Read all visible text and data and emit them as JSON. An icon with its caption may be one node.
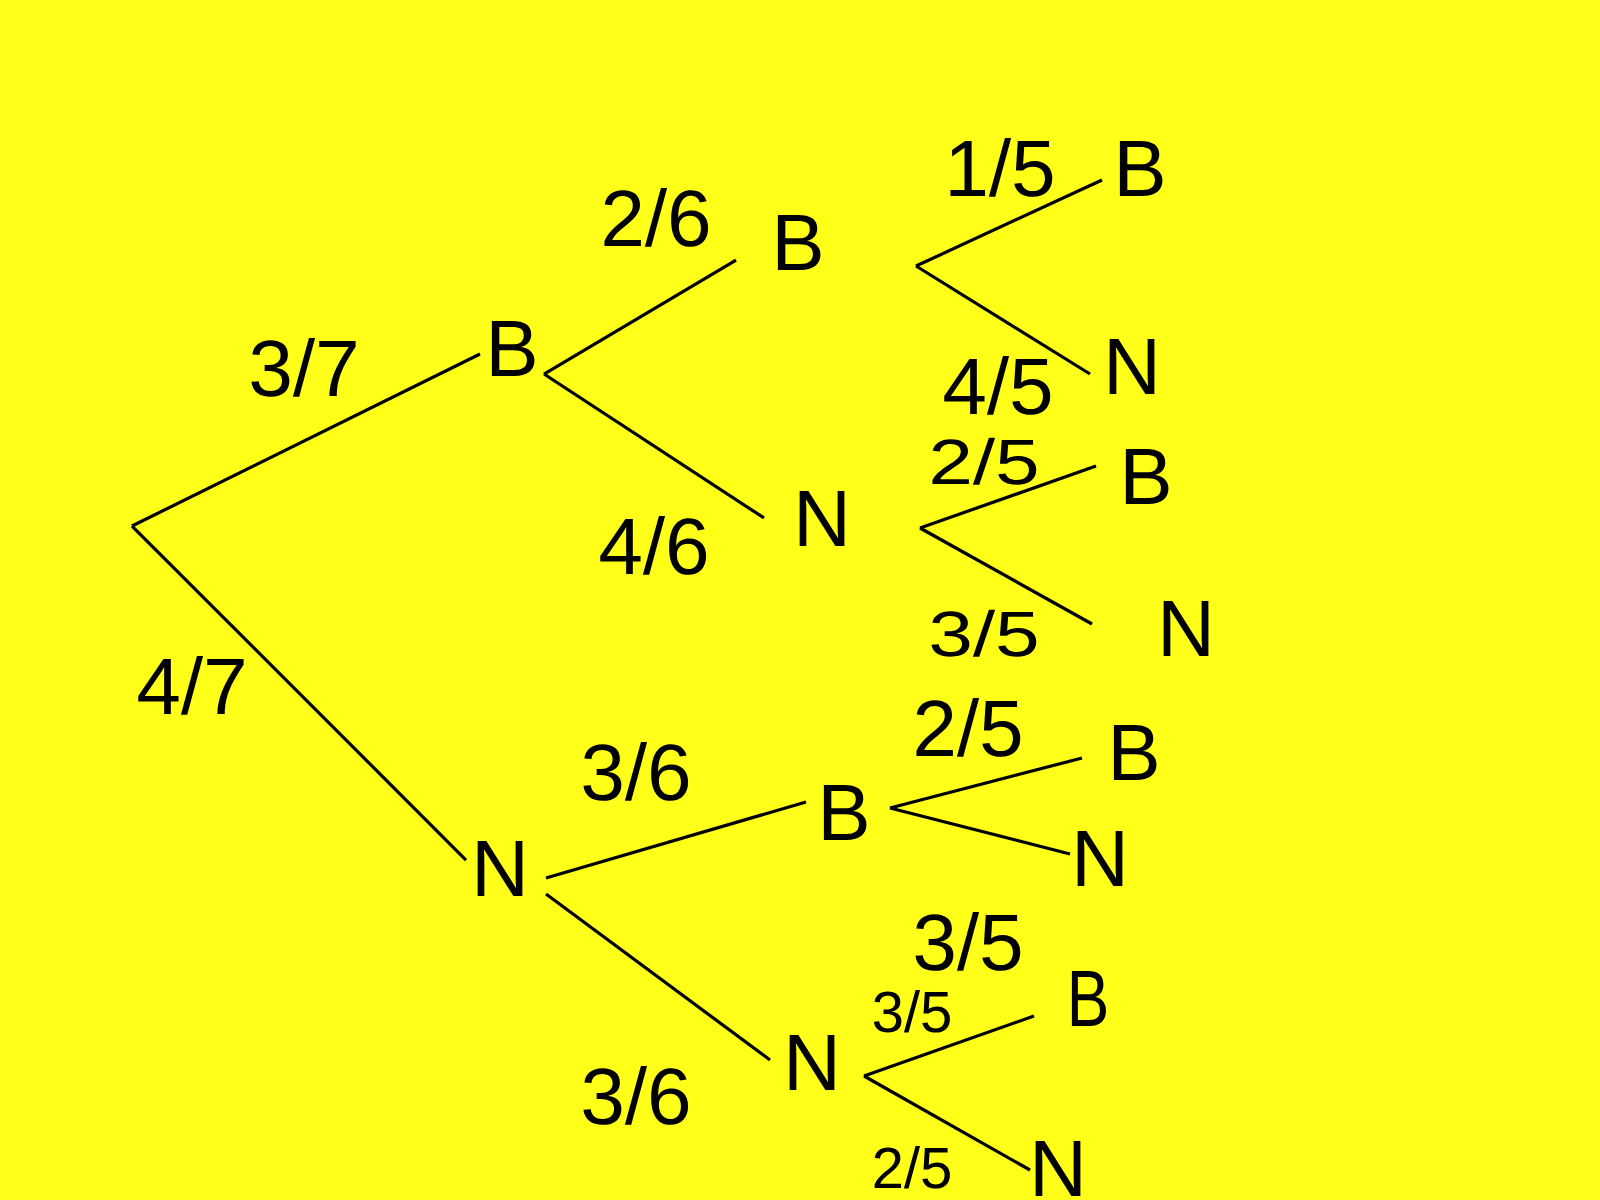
{
  "diagram": {
    "nodes": [
      {
        "text": [
          "B"
        ]
      },
      {
        "text": [
          "B"
        ]
      },
      {
        "text": [
          "B"
        ]
      },
      {
        "text": [
          "N"
        ]
      },
      {
        "text": [
          "N"
        ]
      },
      {
        "text": [
          "B"
        ]
      },
      {
        "text": [
          "N"
        ]
      },
      {
        "text": [
          "N"
        ]
      },
      {
        "text": [
          "B"
        ]
      },
      {
        "text": [
          "B"
        ]
      },
      {
        "text": [
          "N"
        ]
      },
      {
        "text": [
          "N"
        ]
      },
      {
        "text": [
          "B"
        ]
      },
      {
        "text": [
          "N"
        ]
      }
    ],
    "edges": [
      {
        "from": null,
        "to": 0,
        "arrow": "none",
        "label": "3/7"
      },
      {
        "from": null,
        "to": 7,
        "arrow": "none",
        "label": "4/7"
      },
      {
        "from": 0,
        "to": 1,
        "arrow": "none",
        "label": "2/6"
      },
      {
        "from": 0,
        "to": 4,
        "arrow": "none",
        "label": "4/6"
      },
      {
        "from": 1,
        "to": 2,
        "arrow": "none",
        "label": "1/5"
      },
      {
        "from": 1,
        "to": 3,
        "arrow": "none",
        "label": "4/5"
      },
      {
        "from": 4,
        "to": 5,
        "arrow": "none",
        "label": "2/5"
      },
      {
        "from": 4,
        "to": 6,
        "arrow": "none",
        "label": "3/5"
      },
      {
        "from": 7,
        "to": 8,
        "arrow": "none",
        "label": "3/6"
      },
      {
        "from": 7,
        "to": 11,
        "arrow": "none",
        "label": "3/6"
      },
      {
        "from": 8,
        "to": 9,
        "arrow": "none",
        "label": "2/5"
      },
      {
        "from": 8,
        "to": 10,
        "arrow": "none",
        "label": "3/5"
      },
      {
        "from": 11,
        "to": 12,
        "arrow": "none",
        "label": "3/5"
      },
      {
        "from": 11,
        "to": 13,
        "arrow": "none",
        "label": "2/5"
      }
    ]
  }
}
